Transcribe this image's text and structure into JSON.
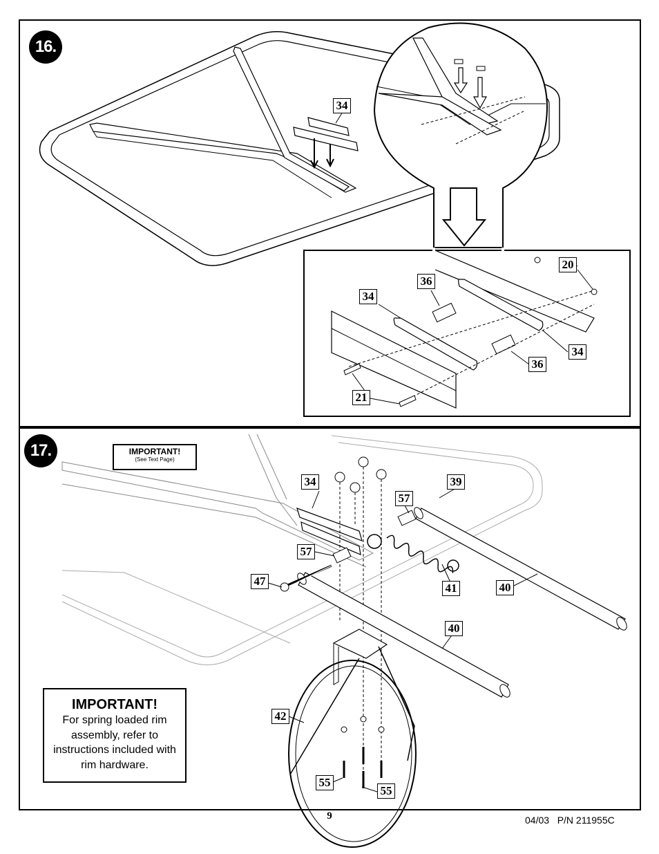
{
  "steps": {
    "step16": {
      "number": "16.",
      "callouts": {
        "main_34": "34",
        "detail_20": "20",
        "detail_36_top": "36",
        "detail_34_left": "34",
        "detail_34_right": "34",
        "detail_36_bottom": "36",
        "detail_21": "21"
      }
    },
    "step17": {
      "number": "17.",
      "small_note": {
        "title": "IMPORTANT!",
        "subtitle": "(See Text Page)"
      },
      "callouts": {
        "c34": "34",
        "c39": "39",
        "c57_top": "57",
        "c57_left": "57",
        "c47": "47",
        "c41": "41",
        "c40_right": "40",
        "c40_mid": "40",
        "c42": "42",
        "c55_left": "55",
        "c55_right": "55"
      },
      "important_box": {
        "title": "IMPORTANT!",
        "body": "For spring loaded rim assembly, refer to instructions included with rim hardware."
      }
    }
  },
  "footer": {
    "page_number": "9",
    "part_number": "04/03   P/N 211955C"
  }
}
